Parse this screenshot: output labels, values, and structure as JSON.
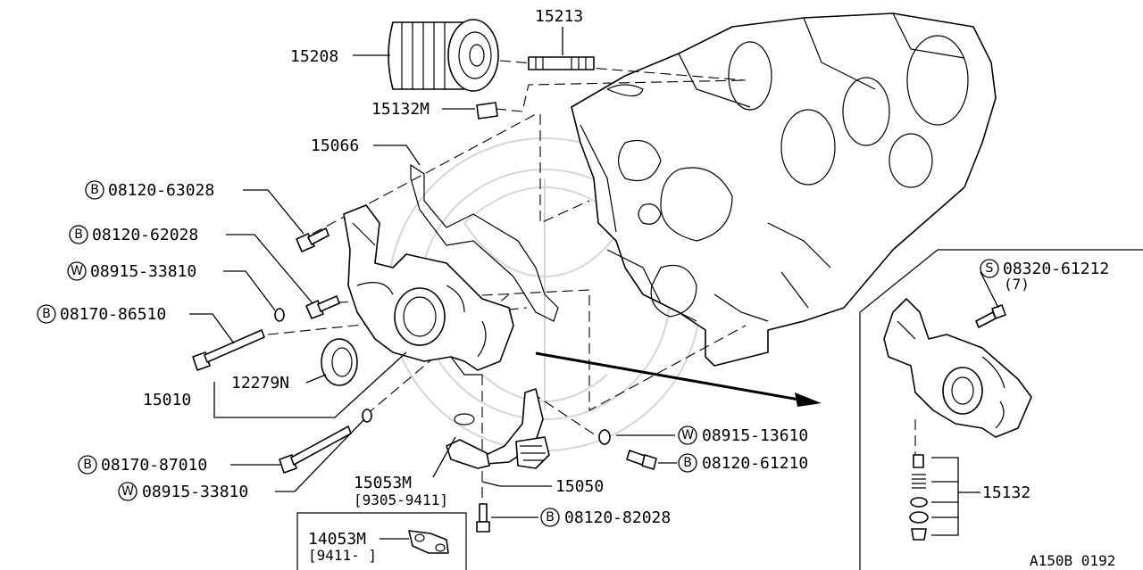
{
  "parts": {
    "p15208": "15208",
    "p15213": "15213",
    "p15132M": "15132M",
    "p15066": "15066",
    "p12279N": "12279N",
    "p15010": "15010",
    "p15053M": "15053M",
    "p15053M_range": "[9305-9411]",
    "p15050": "15050",
    "p14053M": "14053M",
    "p14053M_range": "[9411-    ]",
    "p15132": "15132"
  },
  "bolts": {
    "b1": {
      "prefix": "B",
      "number": "08120-63028"
    },
    "b2": {
      "prefix": "B",
      "number": "08120-62028"
    },
    "w1": {
      "prefix": "W",
      "number": "08915-33810"
    },
    "b3": {
      "prefix": "B",
      "number": "08170-86510"
    },
    "b4": {
      "prefix": "B",
      "number": "08170-87010"
    },
    "w2": {
      "prefix": "W",
      "number": "08915-33810"
    },
    "w3": {
      "prefix": "W",
      "number": "08915-13610"
    },
    "b5": {
      "prefix": "B",
      "number": "08120-61210"
    },
    "b6": {
      "prefix": "B",
      "number": "08120-82028"
    },
    "s1": {
      "prefix": "S",
      "number": "08320-61212",
      "qty": "(7)"
    }
  },
  "figure_code": "A150B 0192"
}
